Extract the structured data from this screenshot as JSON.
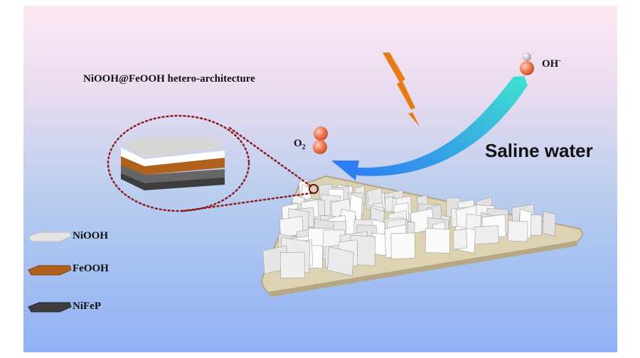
{
  "title": "NiOOH@FeOOH hetero-architecture",
  "environment_label": "Saline water",
  "reactant_label": "OH",
  "reactant_superscript": "-",
  "product_label": "O",
  "product_subscript": "2",
  "legend": [
    {
      "label": "NiOOH",
      "color": "#e4e4e4"
    },
    {
      "label": "FeOOH",
      "color": "#b0621c"
    },
    {
      "label": "NiFeP",
      "color": "#3e3e3e"
    }
  ],
  "colors": {
    "lightning": "#ea7a12",
    "arrow_start": "#3fe2cf",
    "arrow_end": "#2f7df2",
    "substrate": "#ddd2b2",
    "zoom_circle": "#8e1a1a",
    "oxygen_atom": "#ee7a55",
    "hydrogen_atom": "#c8c8c8"
  }
}
